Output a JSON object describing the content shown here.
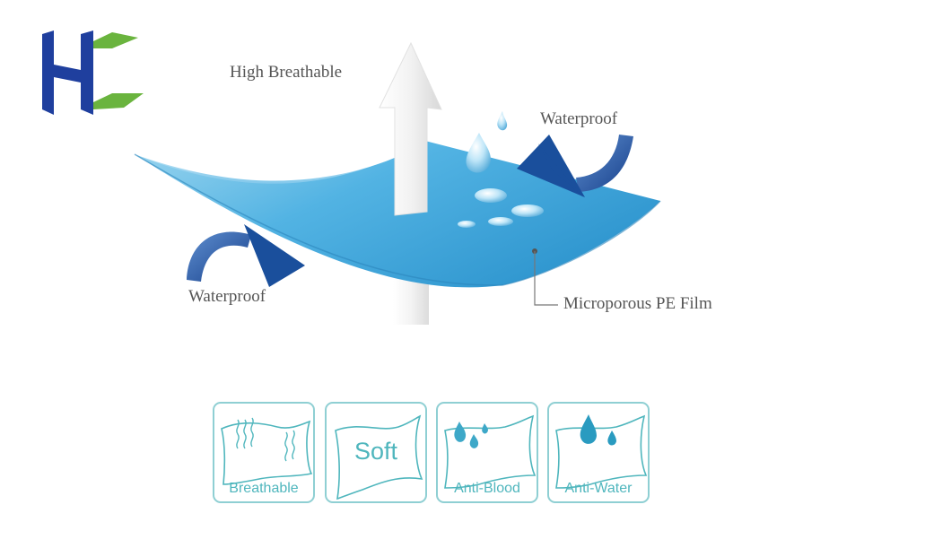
{
  "logo": {
    "text": "HC",
    "colors": {
      "primary": "#1f3f9e",
      "secondary": "#6ab43e"
    }
  },
  "diagram": {
    "labels": {
      "top": "High Breathable",
      "right": "Waterproof",
      "left": "Waterproof",
      "film": "Microporous PE Film"
    },
    "colors": {
      "film": "#3ea7dd",
      "arrow": "#1a4f9c",
      "breath_arrow": "#eeeeee",
      "text": "#555555"
    }
  },
  "features": [
    {
      "label": "Breathable",
      "icon": "wavy-lines-icon"
    },
    {
      "label": "Soft",
      "icon": "soft-text-icon"
    },
    {
      "label": "Anti-Blood",
      "icon": "droplets-icon"
    },
    {
      "label": "Anti-Water",
      "icon": "droplets-icon"
    }
  ],
  "feature_color": "#4fb6bd"
}
